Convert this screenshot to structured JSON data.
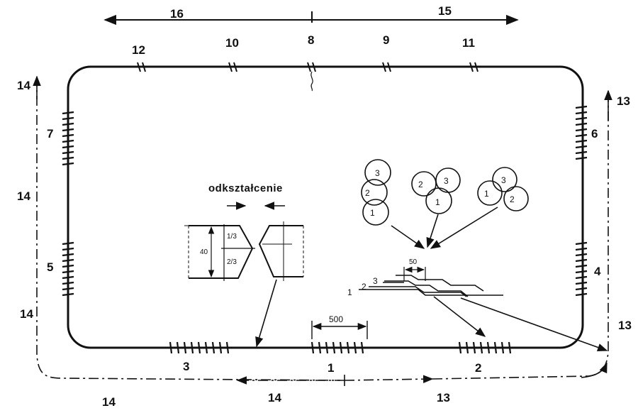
{
  "labels": {
    "top_left_arrow": "16",
    "top_right_arrow": "15",
    "top_welds": [
      "12",
      "10",
      "8",
      "9",
      "11"
    ],
    "left_side": [
      "7",
      "5"
    ],
    "right_side": [
      "6",
      "4"
    ],
    "bottom": [
      "3",
      "1",
      "2"
    ],
    "left_path": [
      "14",
      "14",
      "14",
      "14"
    ],
    "right_path": [
      "13",
      "13"
    ],
    "bottom_path_left": "14",
    "bottom_path_right": "13"
  },
  "dimensions": {
    "weld_length": "500",
    "layer_offset": "50",
    "height_total": "40",
    "upper_fraction": "1/3",
    "lower_fraction": "2/3"
  },
  "deformation": {
    "title": "odkształcenie"
  },
  "bead_groups": [
    [
      "3",
      "2",
      "1"
    ],
    [
      "2",
      "3",
      "1"
    ],
    [
      "3",
      "1",
      "2"
    ]
  ],
  "layer_labels": [
    "1",
    "2",
    "3"
  ],
  "colors": {
    "ink": "#111111",
    "background": "#ffffff"
  }
}
